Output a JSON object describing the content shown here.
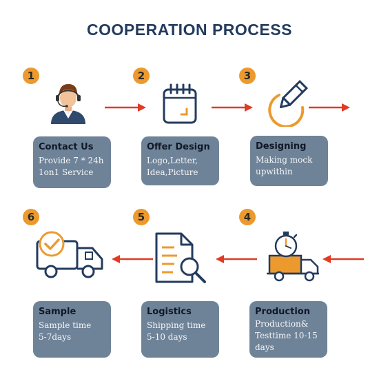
{
  "title": "COOPERATION PROCESS",
  "colors": {
    "accent_orange": "#ec9a2e",
    "arrow_red": "#e23a24",
    "icon_navy": "#233b5e",
    "box_bg": "#6f8398"
  },
  "steps": [
    {
      "number": "1",
      "icon": "customer-service-agent-icon",
      "title": "Contact Us",
      "lines": [
        "Provide 7 * 24h",
        "1on1 Service"
      ]
    },
    {
      "number": "2",
      "icon": "calendar-icon",
      "title": "Offer Design",
      "lines": [
        "Logo,Letter,",
        "Idea,Picture"
      ]
    },
    {
      "number": "3",
      "icon": "pencil-design-icon",
      "title": "Designing",
      "lines": [
        "Making mock",
        "upwithin"
      ]
    },
    {
      "number": "4",
      "icon": "stopwatch-truck-icon",
      "title": "Production",
      "lines": [
        "Production&",
        "Testtime 10-15",
        "days"
      ]
    },
    {
      "number": "5",
      "icon": "document-search-icon",
      "title": "Logistics",
      "lines": [
        "Shipping time",
        "5-10 days"
      ]
    },
    {
      "number": "6",
      "icon": "checked-delivery-truck-icon",
      "title": "Sample",
      "lines": [
        "Sample time",
        "5-7days"
      ]
    }
  ]
}
